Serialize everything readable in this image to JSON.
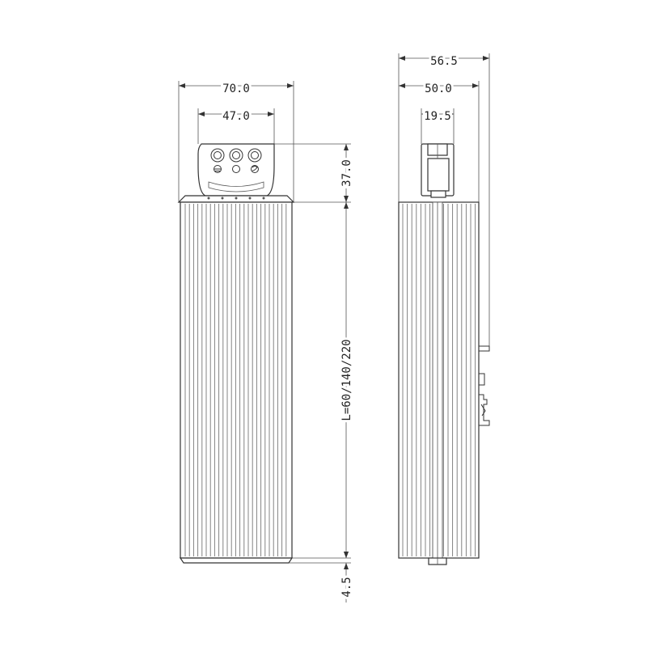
{
  "front_view": {
    "dim_width_overall": "70.0",
    "dim_width_cap": "47.0",
    "dim_cap_height": "37.0",
    "dim_length": "L=60/140/220",
    "dim_bottom": "4.5"
  },
  "side_view": {
    "dim_depth_overall": "56.5",
    "dim_depth_body": "50.0",
    "dim_cap_depth": "19.5"
  }
}
